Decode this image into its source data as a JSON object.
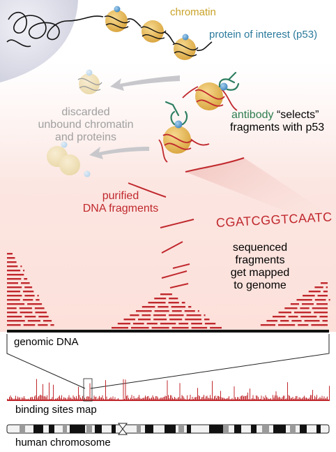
{
  "labels": {
    "chromatin": "chromatin",
    "protein_of_interest": "protein of interest (p53)",
    "discarded_line1": "discarded",
    "discarded_line2": "unbound chromatin",
    "discarded_line3": "and proteins",
    "antibody_word": "antibody",
    "antibody_rest": " “selects”",
    "antibody_line2": "fragments with p53",
    "purified_line1": "purified",
    "purified_line2": "DNA fragments",
    "sequence": "CGATCGGTCAATC",
    "sequenced_line1": "sequenced",
    "sequenced_line2": "fragments",
    "sequenced_line3": "get mapped",
    "sequenced_line4": "to genome",
    "genomic_dna": "genomic DNA",
    "binding_sites_map": "binding sites map",
    "human_chromosome": "human chromosome"
  },
  "colors": {
    "chromatin_label": "#c9a227",
    "protein_label": "#2a7a9c",
    "discarded_label": "#a0a0a0",
    "antibody_label": "#2e7d4f",
    "dna_red": "#c0282d",
    "nucleosome": "#e8bd5c",
    "nucleosome_faded": "#efe2bd",
    "protein": "#4a8fc0",
    "antibody": "#3a8a6a",
    "nucleus": "#d8d8e6"
  },
  "icons": {
    "nucleus": "nucleus-shape",
    "nucleosome": "nucleosome-bead",
    "arrow": "discard-arrow",
    "antibody": "y-shaped-antibody"
  }
}
